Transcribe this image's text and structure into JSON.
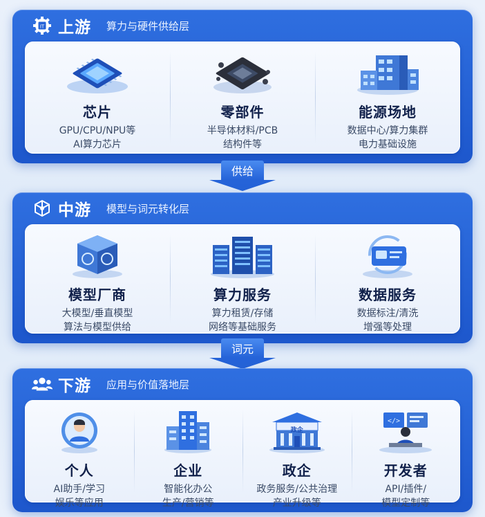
{
  "colors": {
    "section_bg": "#2563d8",
    "panel_bg": "#f2f6fd",
    "title_text": "#10204a",
    "desc_text": "#3a4a66"
  },
  "upstream": {
    "icon": "chip-gear-icon",
    "title": "上游",
    "subtitle": "算力与硬件供给层",
    "items": [
      {
        "icon": "processor-chip-icon",
        "title": "芯片",
        "desc": [
          "GPU/CPU/NPU等",
          "AI算力芯片"
        ]
      },
      {
        "icon": "circuit-board-icon",
        "title": "零部件",
        "desc": [
          "半导体材料/PCB",
          "结构件等"
        ]
      },
      {
        "icon": "data-center-building-icon",
        "title": "能源场地",
        "desc": [
          "数据中心/算力集群",
          "电力基础设施"
        ]
      }
    ]
  },
  "arrow1": {
    "label": "供给"
  },
  "midstream": {
    "icon": "network-cube-icon",
    "title": "中游",
    "subtitle": "模型与词元转化层",
    "items": [
      {
        "icon": "ai-brain-cube-icon",
        "title": "模型厂商",
        "desc": [
          "大模型/垂直模型",
          "算法与模型供给"
        ]
      },
      {
        "icon": "server-rack-icon",
        "title": "算力服务",
        "desc": [
          "算力租赁/存储",
          "网络等基础服务"
        ]
      },
      {
        "icon": "data-card-cycle-icon",
        "title": "数据服务",
        "desc": [
          "数据标注/清洗",
          "增强等处理"
        ]
      }
    ]
  },
  "arrow2": {
    "label": "词元"
  },
  "downstream": {
    "icon": "people-group-icon",
    "title": "下游",
    "subtitle": "应用与价值落地层",
    "items": [
      {
        "icon": "person-avatar-icon",
        "title": "个人",
        "desc": [
          "AI助手/学习",
          "娱乐等应用"
        ]
      },
      {
        "icon": "office-building-icon",
        "title": "企业",
        "desc": [
          "智能化办公",
          "生产/营销等"
        ]
      },
      {
        "icon": "government-building-icon",
        "badge": "政企",
        "title": "政企",
        "desc": [
          "政务服务/公共治理",
          "产业升级等"
        ]
      },
      {
        "icon": "developer-code-icon",
        "title": "开发者",
        "desc": [
          "API/插件/",
          "模型定制等"
        ]
      }
    ]
  }
}
